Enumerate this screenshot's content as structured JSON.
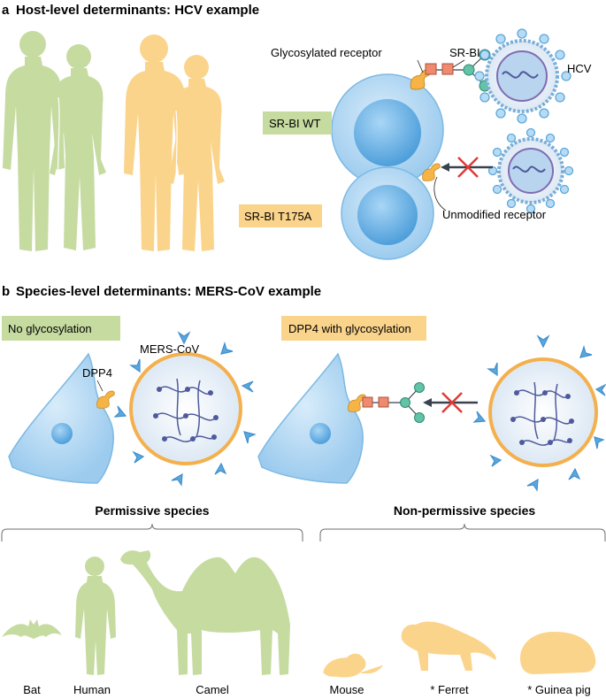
{
  "panel_a": {
    "letter": "a",
    "title": "Host-level determinants: HCV example",
    "labels": {
      "glycosylated_receptor": "Glycosylated receptor",
      "srbi": "SR-BI",
      "hcv": "HCV",
      "srbi_wt": "SR-BI WT",
      "srbi_t175a": "SR-BI T175A",
      "unmodified_receptor": "Unmodified receptor"
    }
  },
  "panel_b": {
    "letter": "b",
    "title": "Species-level determinants: MERS-CoV example",
    "labels": {
      "no_glycosylation": "No glycosylation",
      "dpp4_with_glycosylation": "DPP4 with glycosylation",
      "dpp4": "DPP4",
      "mers_cov": "MERS-CoV",
      "permissive": "Permissive species",
      "non_permissive": "Non-permissive species"
    },
    "permissive_species": [
      "Bat",
      "Human",
      "Camel"
    ],
    "non_permissive_species": [
      "Mouse",
      "* Ferret",
      "* Guinea pig"
    ]
  },
  "colors": {
    "green": "#c6dba0",
    "green_dark": "#8fb86a",
    "orange": "#fbd48c",
    "orange_light": "#fde3b0",
    "cell_blue": "#b9dcf4",
    "cell_blue_dark": "#6fb3e0",
    "nucleus": "#6fb4e6",
    "receptor": "#f5b445",
    "sugar_red": "#ef8a6f",
    "sugar_teal": "#62c3a6",
    "virus_ring": "#f4b04d",
    "virus_spike": "#5ba8dc",
    "rna": "#4e5a9c",
    "cross_red": "#e03a36",
    "arrow": "#3a4250"
  }
}
